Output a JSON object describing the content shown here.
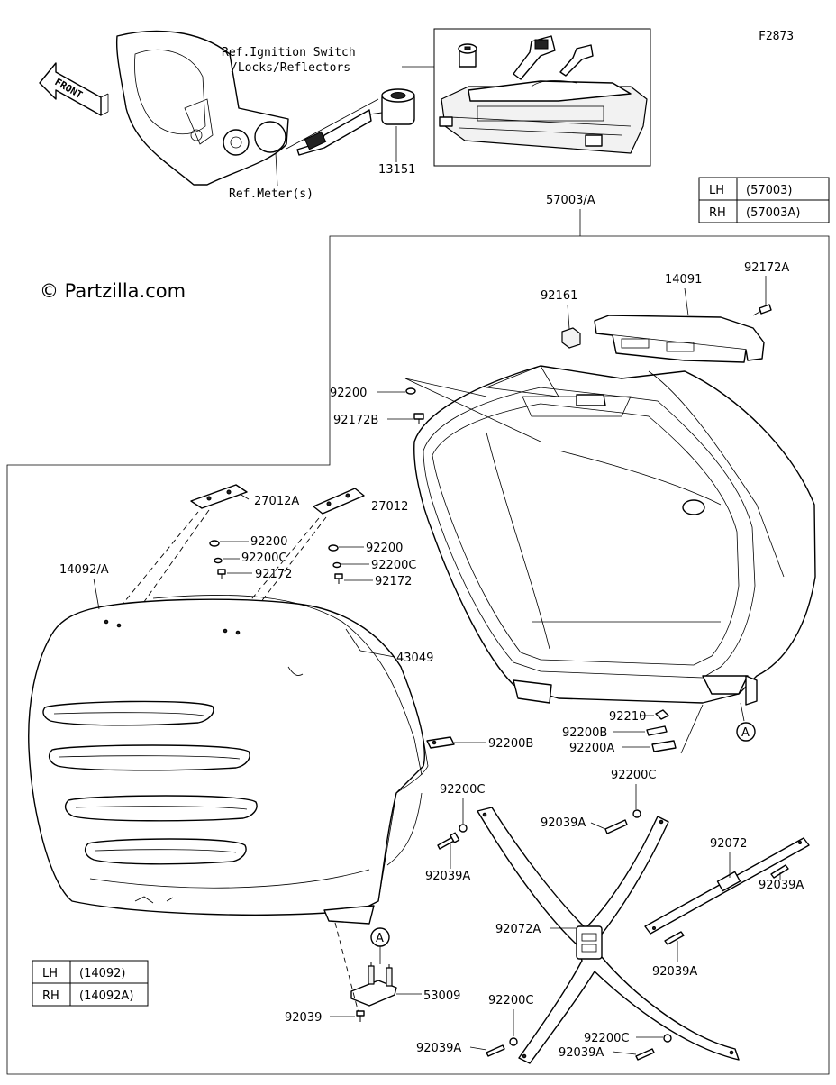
{
  "diagram": {
    "figure_id": "F2873",
    "copyright": "© Partzilla.com",
    "front_label": "FRONT",
    "references": {
      "ignition": [
        "Ref.Ignition Switch",
        "/Locks/Reflectors"
      ],
      "meter": "Ref.Meter(s)"
    },
    "tables": {
      "case": {
        "rows": [
          {
            "side": "LH",
            "part": "(57003)"
          },
          {
            "side": "RH",
            "part": "(57003A)"
          }
        ]
      },
      "cover": {
        "rows": [
          {
            "side": "LH",
            "part": "(14092)"
          },
          {
            "side": "RH",
            "part": "(14092A)"
          }
        ]
      }
    },
    "callouts": {
      "c13151": "13151",
      "c57003": "57003/A",
      "c14091": "14091",
      "c92172A": "92172A",
      "c92161": "92161",
      "c92200_case": "92200",
      "c92172B": "92172B",
      "c27012A": "27012A",
      "c27012": "27012",
      "c92200_l": "92200",
      "c92200C_l": "92200C",
      "c92172_l": "92172",
      "c92200_r": "92200",
      "c92200C_r": "92200C",
      "c92172_r": "92172",
      "c14092A": "14092/A",
      "c43049": "43049",
      "c92200B_cover": "92200B",
      "c92210": "92210",
      "c92200B_case": "92200B",
      "c92200A": "92200A",
      "marker_a1": "A",
      "marker_a2": "A",
      "c92200C_a": "92200C",
      "c92039A_a": "92039A",
      "c92200C_b": "92200C",
      "c92039A_b": "92039A",
      "c92072": "92072",
      "c92039A_c": "92039A",
      "c92072A": "92072A",
      "c92039A_d": "92039A",
      "c53009": "53009",
      "c92039": "92039",
      "c92200C_c": "92200C",
      "c92039A_e": "92039A",
      "c92200C_d": "92200C",
      "c92039A_f": "92039A"
    }
  }
}
